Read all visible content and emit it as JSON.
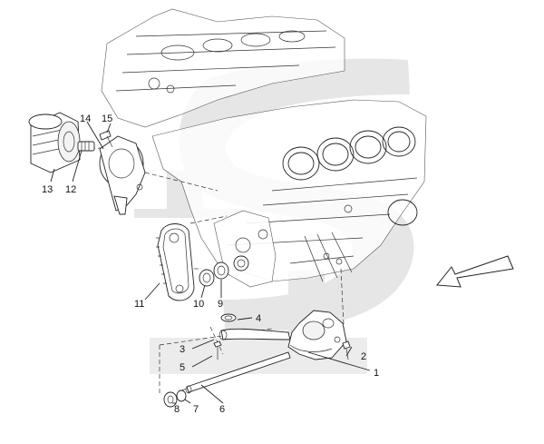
{
  "diagram": {
    "callouts": [
      {
        "id": "1",
        "label": "1"
      },
      {
        "id": "2",
        "label": "2"
      },
      {
        "id": "3",
        "label": "3"
      },
      {
        "id": "4",
        "label": "4"
      },
      {
        "id": "5",
        "label": "5"
      },
      {
        "id": "6",
        "label": "6"
      },
      {
        "id": "7",
        "label": "7"
      },
      {
        "id": "8",
        "label": "8"
      },
      {
        "id": "9",
        "label": "9"
      },
      {
        "id": "10",
        "label": "10"
      },
      {
        "id": "11",
        "label": "11"
      },
      {
        "id": "12",
        "label": "12"
      },
      {
        "id": "13",
        "label": "13"
      },
      {
        "id": "14",
        "label": "14"
      },
      {
        "id": "15",
        "label": "15"
      }
    ],
    "colors": {
      "watermark": "#e4e4e4",
      "line": "#222222"
    },
    "watermark_icon": "trident-s-logo-watermark",
    "direction_icon": "front-direction-arrow-icon"
  }
}
